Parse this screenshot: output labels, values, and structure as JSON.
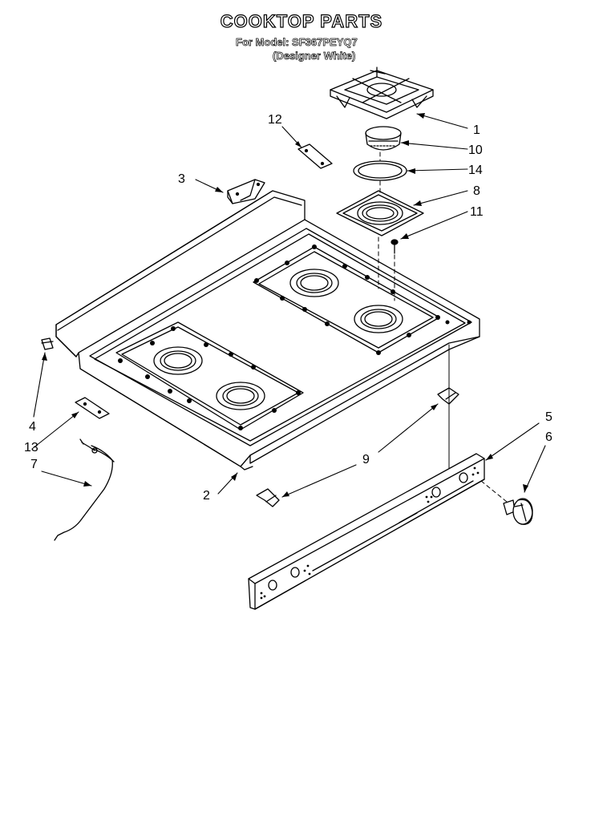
{
  "header": {
    "title": "COOKTOP PARTS",
    "model_line": "For Model: SF367PEYQ7",
    "color_line": "(Designer White)"
  },
  "callouts": [
    {
      "id": "c1",
      "label": "1"
    },
    {
      "id": "c10",
      "label": "10"
    },
    {
      "id": "c14",
      "label": "14"
    },
    {
      "id": "c8",
      "label": "8"
    },
    {
      "id": "c11",
      "label": "11"
    },
    {
      "id": "c12",
      "label": "12"
    },
    {
      "id": "c3",
      "label": "3"
    },
    {
      "id": "c4",
      "label": "4"
    },
    {
      "id": "c13",
      "label": "13"
    },
    {
      "id": "c7",
      "label": "7"
    },
    {
      "id": "c2",
      "label": "2"
    },
    {
      "id": "c9",
      "label": "9"
    },
    {
      "id": "c5",
      "label": "5"
    },
    {
      "id": "c6",
      "label": "6"
    }
  ]
}
